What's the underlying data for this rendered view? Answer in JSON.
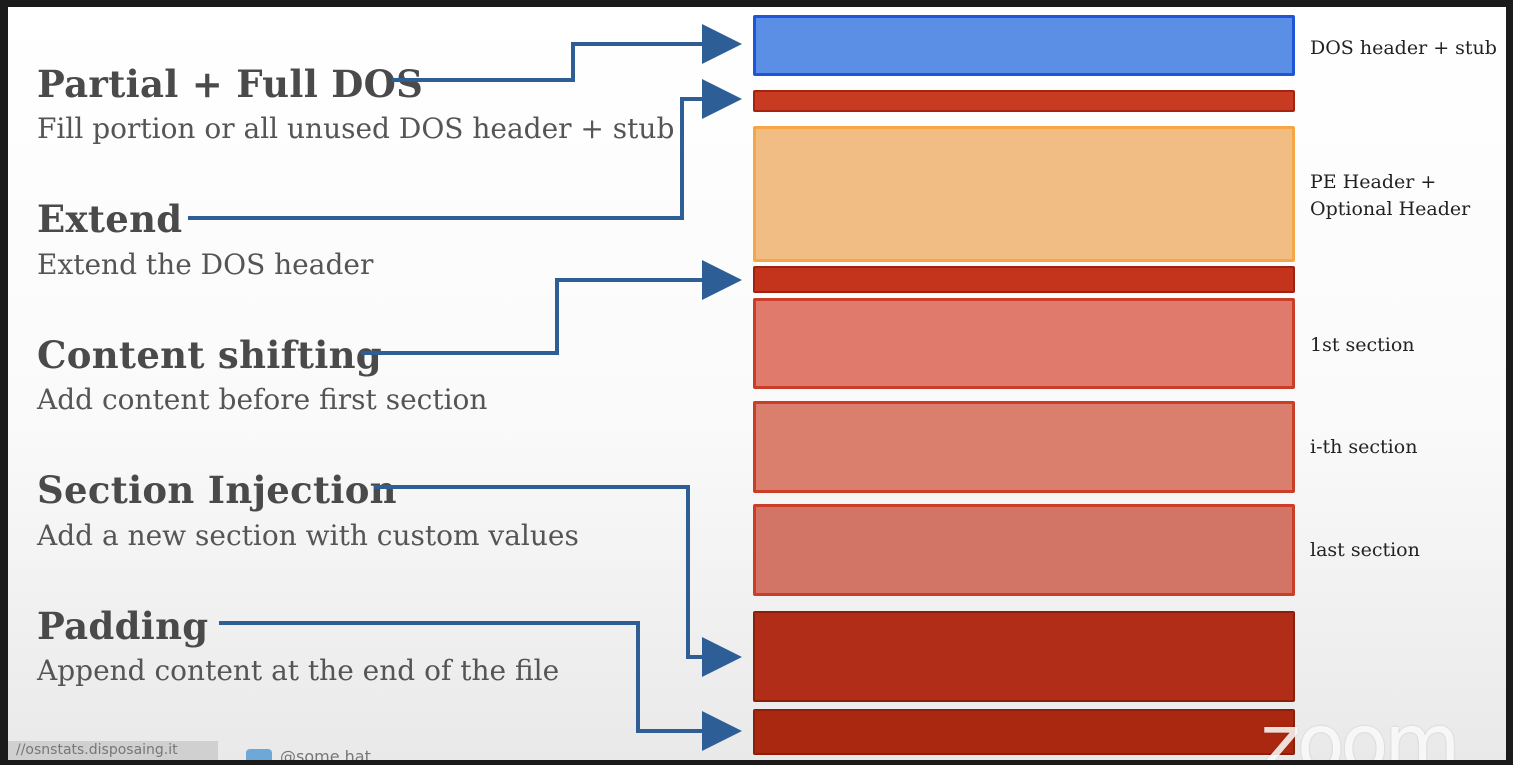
{
  "techniques": [
    {
      "title": "Partial + Full DOS",
      "desc": "Fill portion or all unused DOS header + stub"
    },
    {
      "title": "Extend",
      "desc": "Extend the DOS header"
    },
    {
      "title": "Content shifting",
      "desc": "Add content before first section"
    },
    {
      "title": "Section Injection",
      "desc": "Add a new section with custom values"
    },
    {
      "title": "Padding",
      "desc": "Append content at the end of the file"
    }
  ],
  "layout_labels": {
    "dos": "DOS header + stub",
    "pe": "PE Header +\nOptional Header",
    "s1": "1st section",
    "si": "i-th section",
    "sl": "last section"
  },
  "colors": {
    "dos_block": "#5b8fe6",
    "pe_block": "#f2bd85",
    "section_block": "#e07a6c",
    "injected_block": "#b22d17",
    "arrow": "#2d5f96"
  },
  "footer": {
    "url_text": "//osnstats.disposaing.it",
    "handle_text": "@some.hat",
    "watermark": "zoom"
  }
}
